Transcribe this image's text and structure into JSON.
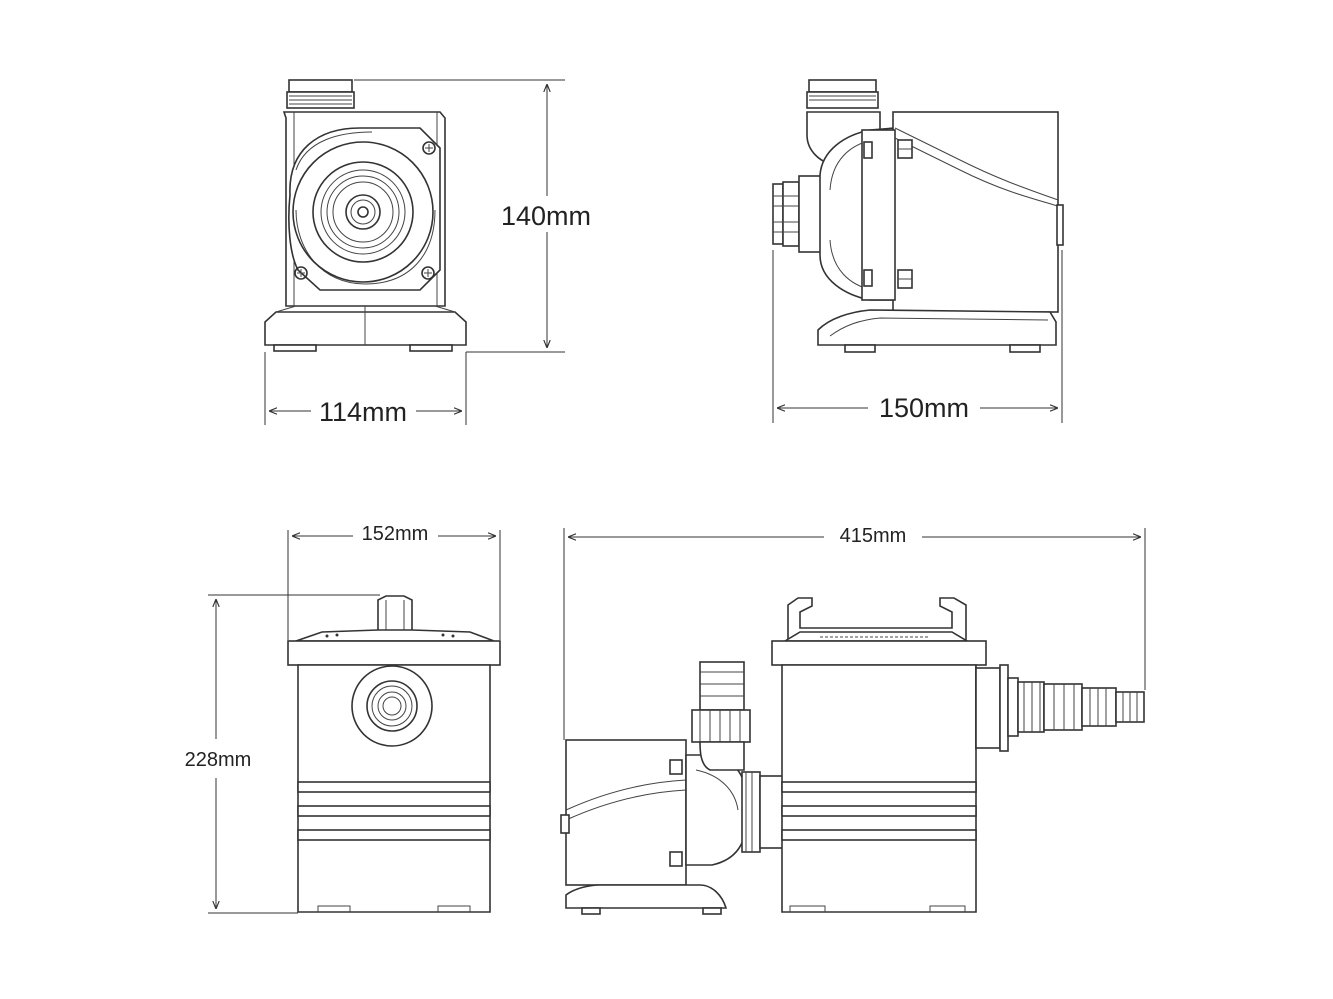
{
  "dimensions": {
    "pump_front_width": "114mm",
    "pump_height": "140mm",
    "pump_side_depth": "150mm",
    "filter_front_width": "152mm",
    "filter_height": "228mm",
    "assembly_length": "415mm"
  }
}
